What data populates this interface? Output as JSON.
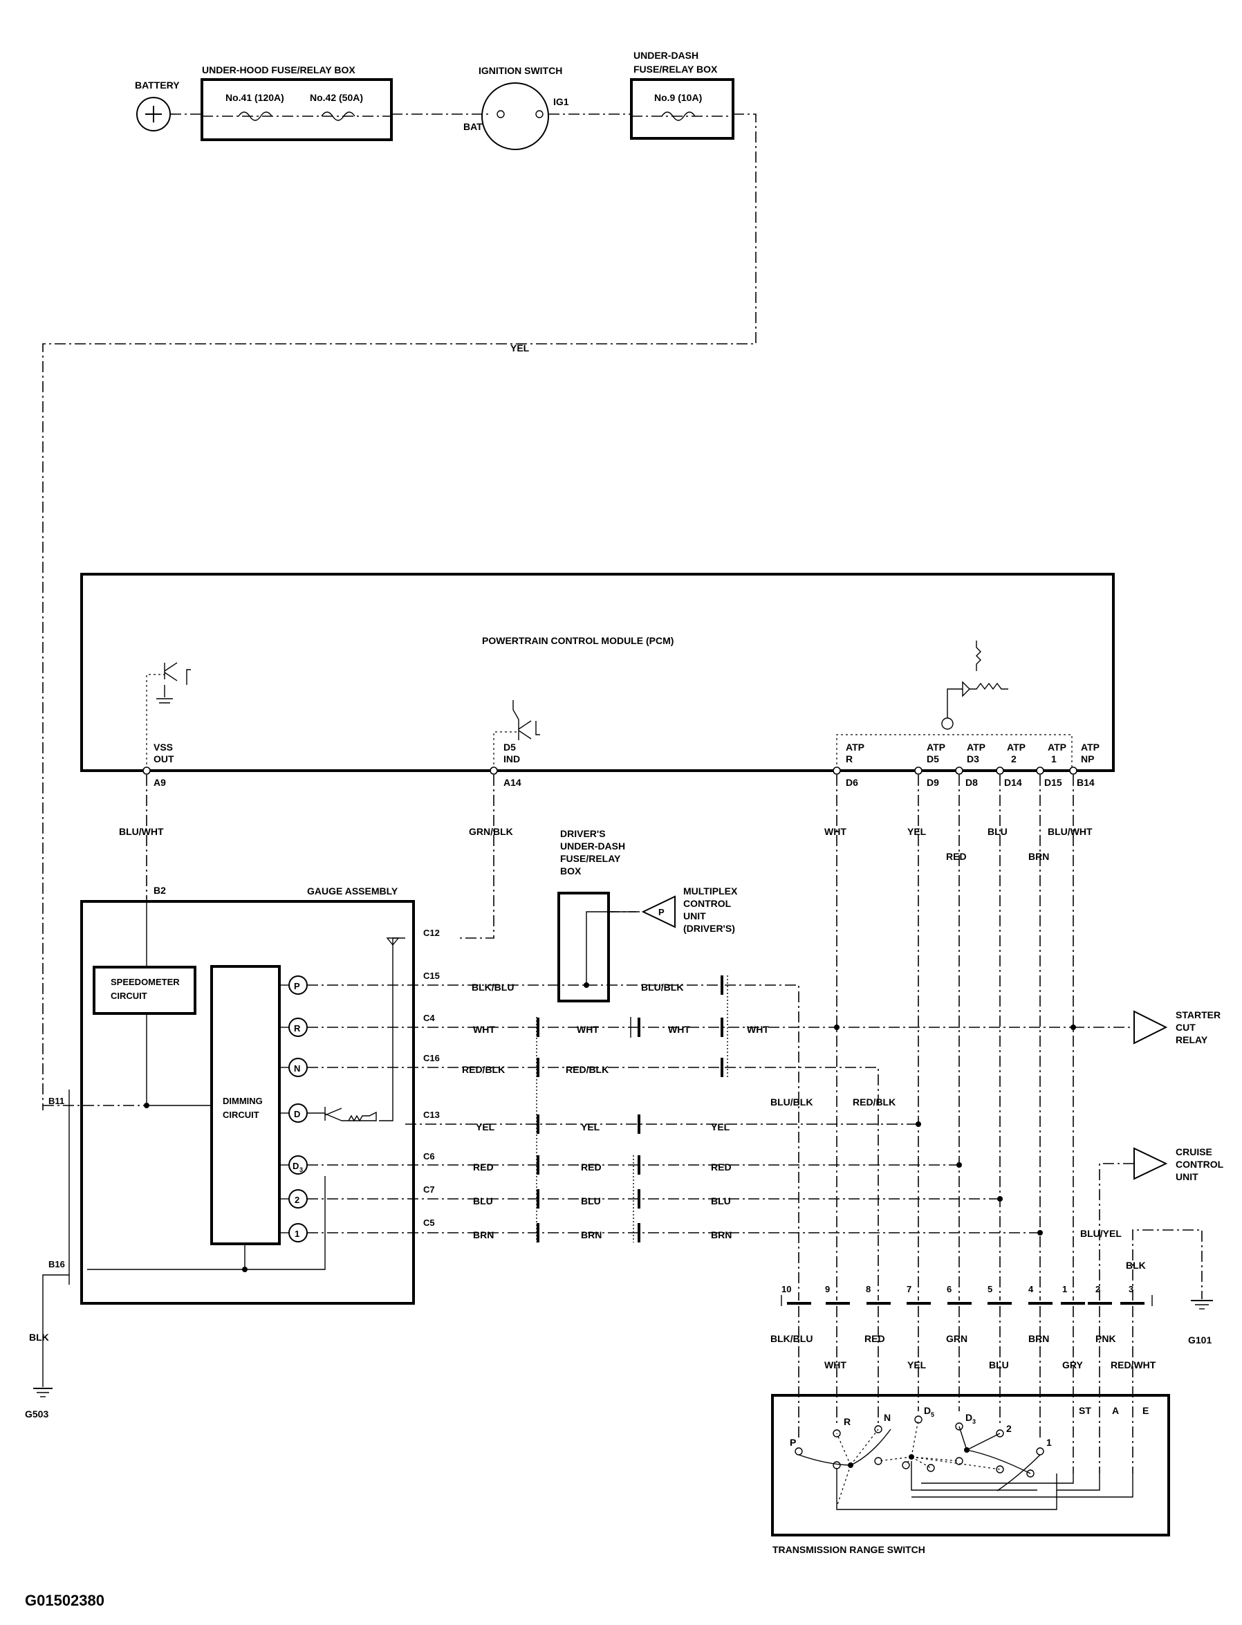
{
  "components": {
    "battery": "BATTERY",
    "underhood_box": "UNDER-HOOD FUSE/RELAY BOX",
    "fuse41": "No.41 (120A)",
    "fuse42": "No.42 (50A)",
    "ignition": "IGNITION SWITCH",
    "bat": "BAT",
    "ig1": "IG1",
    "underdash_l1": "UNDER-DASH",
    "underdash_l2": "FUSE/RELAY BOX",
    "fuse9": "No.9 (10A)",
    "pcm": "POWERTRAIN CONTROL MODULE (PCM)",
    "gauge": "GAUGE ASSEMBLY",
    "speedo_l1": "SPEEDOMETER",
    "speedo_l2": "CIRCUIT",
    "dimming_l1": "DIMMING",
    "dimming_l2": "CIRCUIT",
    "drv_box_l1": "DRIVER'S",
    "drv_box_l2": "UNDER-DASH",
    "drv_box_l3": "FUSE/RELAY",
    "drv_box_l4": "BOX",
    "mux_l1": "MULTIPLEX",
    "mux_l2": "CONTROL",
    "mux_l3": "UNIT",
    "mux_l4": "(DRIVER'S)",
    "mux_p": "P",
    "starter_l1": "STARTER",
    "starter_l2": "CUT",
    "starter_l3": "RELAY",
    "cruise_l1": "CRUISE",
    "cruise_l2": "CONTROL",
    "cruise_l3": "UNIT",
    "trs": "TRANSMISSION RANGE SWITCH",
    "g503": "G503",
    "g101": "G101",
    "figure_id": "G01502380"
  },
  "pcm_pins": {
    "vss_l1": "VSS",
    "vss_l2": "OUT",
    "a9": "A9",
    "d5ind_l1": "D5",
    "d5ind_l2": "IND",
    "a14": "A14",
    "atpr_l1": "ATP",
    "atpr_l2": "R",
    "d6": "D6",
    "atpd5_l1": "ATP",
    "atpd5_l2": "D5",
    "d9": "D9",
    "atpd3_l1": "ATP",
    "atpd3_l2": "D3",
    "d8": "D8",
    "atp2_l1": "ATP",
    "atp2_l2": "2",
    "d14": "D14",
    "atp1_l1": "ATP",
    "atp1_l2": "1",
    "d15": "D15",
    "atpnp_l1": "ATP",
    "atpnp_l2": "NP",
    "b14": "B14"
  },
  "gauge_pins": {
    "b2": "B2",
    "b11": "B11",
    "b16": "B16",
    "c12": "C12",
    "c15": "C15",
    "c4": "C4",
    "c16": "C16",
    "c13": "C13",
    "c6": "C6",
    "c7": "C7",
    "c5": "C5"
  },
  "indicators": [
    "P",
    "R",
    "N",
    "D",
    "D",
    "2",
    "1"
  ],
  "indicator_sub": "3",
  "wires": {
    "yel_top": "YEL",
    "blu_wht_a9": "BLU/WHT",
    "grn_blk": "GRN/BLK",
    "blk_blu": "BLK/BLU",
    "blu_blk": "BLU/BLK",
    "wht1": "WHT",
    "wht2": "WHT",
    "wht3": "WHT",
    "wht4": "WHT",
    "red_blk1": "RED/BLK",
    "red_blk2": "RED/BLK",
    "yel1": "YEL",
    "yel2": "YEL",
    "yel3": "YEL",
    "red1": "RED",
    "red2": "RED",
    "red3": "RED",
    "blu1": "BLU",
    "blu2": "BLU",
    "blu3": "BLU",
    "brn1": "BRN",
    "brn2": "BRN",
    "brn3": "BRN",
    "blu_blk_v": "BLU/BLK",
    "red_blk_v": "RED/BLK",
    "pcm_wht": "WHT",
    "pcm_yel": "YEL",
    "pcm_red": "RED",
    "pcm_blu": "BLU",
    "pcm_brn": "BRN",
    "pcm_blu_wht": "BLU/WHT",
    "blu_yel": "BLU/YEL",
    "blk_g101": "BLK",
    "blk_g503": "BLK"
  },
  "trs_connector": {
    "pins": [
      "10",
      "9",
      "8",
      "7",
      "6",
      "5",
      "4",
      "1",
      "2",
      "3"
    ],
    "colors_top_row": [
      "BLK/BLU",
      "RED",
      "GRN",
      "BRN",
      "PNK"
    ],
    "colors_bottom_row": [
      "WHT",
      "YEL",
      "BLU",
      "GRY",
      "RED/WHT"
    ]
  },
  "trs_positions": [
    "P",
    "R",
    "N",
    "D",
    "D",
    "2",
    "1",
    "ST",
    "A",
    "E"
  ],
  "trs_subs": [
    "5",
    "3"
  ]
}
